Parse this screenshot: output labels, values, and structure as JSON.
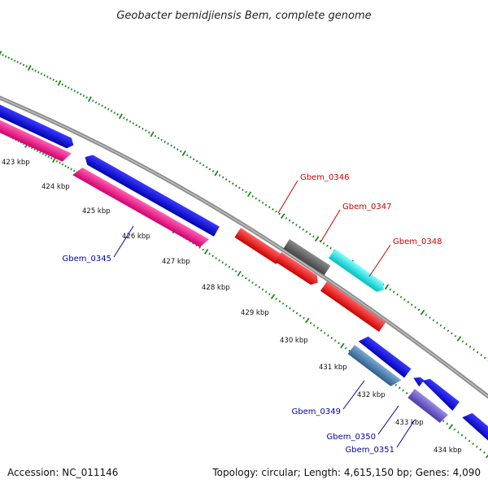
{
  "title": "Geobacter bemidjiensis Bem, complete genome",
  "footer": {
    "accession": "Accession: NC_011146",
    "stats": "Topology: circular; Length: 4,615,150 bp; Genes: 4,090"
  },
  "colors": {
    "tick": "#1a8a1a",
    "backbone": "#888888",
    "forward_label": "#cc0000",
    "reverse_label": "#0000aa"
  },
  "kbp_labels": [
    "423 kbp",
    "424 kbp",
    "425 kbp",
    "426 kbp",
    "427 kbp",
    "428 kbp",
    "429 kbp",
    "430 kbp",
    "431 kbp",
    "432 kbp",
    "433 kbp",
    "434 kbp"
  ],
  "genes": [
    {
      "label": "Gbem_0346",
      "color": "#ee0000"
    },
    {
      "label": "Gbem_0347",
      "color": "#666666"
    },
    {
      "label": "Gbem_0348",
      "color": "#00eeee"
    },
    {
      "label": "Gbem_0345",
      "color": "#ff1493"
    },
    {
      "label": "Gbem_0349",
      "color": "#4682b4"
    },
    {
      "label": "Gbem_0350",
      "color": "#0000ee"
    },
    {
      "label": "Gbem_0351",
      "color": "#6a5acd"
    }
  ]
}
